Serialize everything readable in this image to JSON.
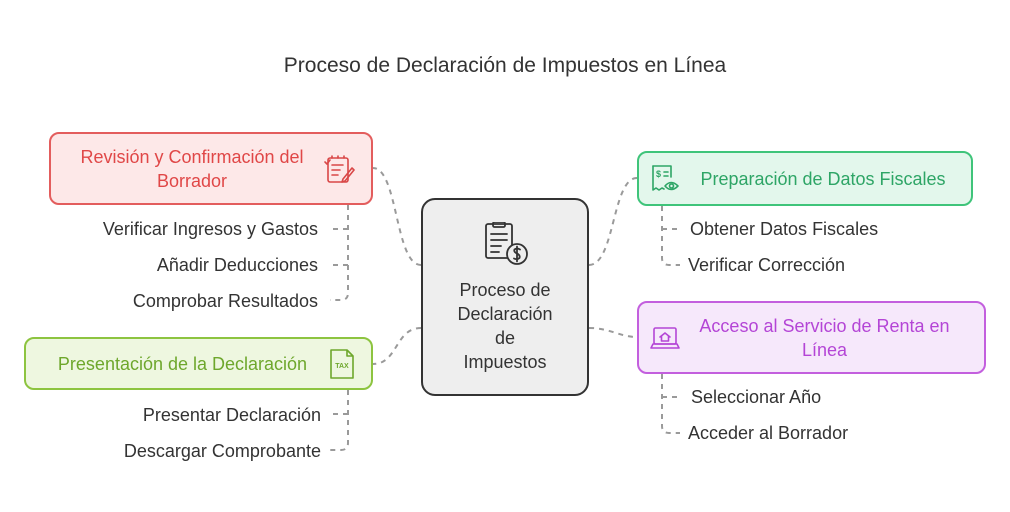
{
  "title": "Proceso de Declaración de Impuestos en Línea",
  "center": {
    "lines": [
      "Proceso de",
      "Declaración",
      "de",
      "Impuestos"
    ],
    "icon": "document-dollar-icon"
  },
  "branches": {
    "review": {
      "label_lines": [
        "Revisión y Confirmación del",
        "Borrador"
      ],
      "icon": "checklist-edit-icon",
      "color": "#e35d5d",
      "items": [
        "Verificar Ingresos y Gastos",
        "Añadir Deducciones",
        "Comprobar Resultados"
      ]
    },
    "submission": {
      "label": "Presentación de la Declaración",
      "icon": "tax-document-icon",
      "icon_text": "TAX",
      "color": "#8dc440",
      "items": [
        "Presentar Declaración",
        "Descargar Comprobante"
      ]
    },
    "preparation": {
      "label": "Preparación de Datos Fiscales",
      "icon": "receipt-eye-icon",
      "color": "#3fc47a",
      "items": [
        "Obtener Datos Fiscales",
        "Verificar Corrección"
      ]
    },
    "access": {
      "label_lines": [
        "Acceso al Servicio de Renta en",
        "Línea"
      ],
      "icon": "laptop-home-icon",
      "color": "#c35fde",
      "items": [
        "Seleccionar Año",
        "Acceder al Borrador"
      ]
    }
  }
}
